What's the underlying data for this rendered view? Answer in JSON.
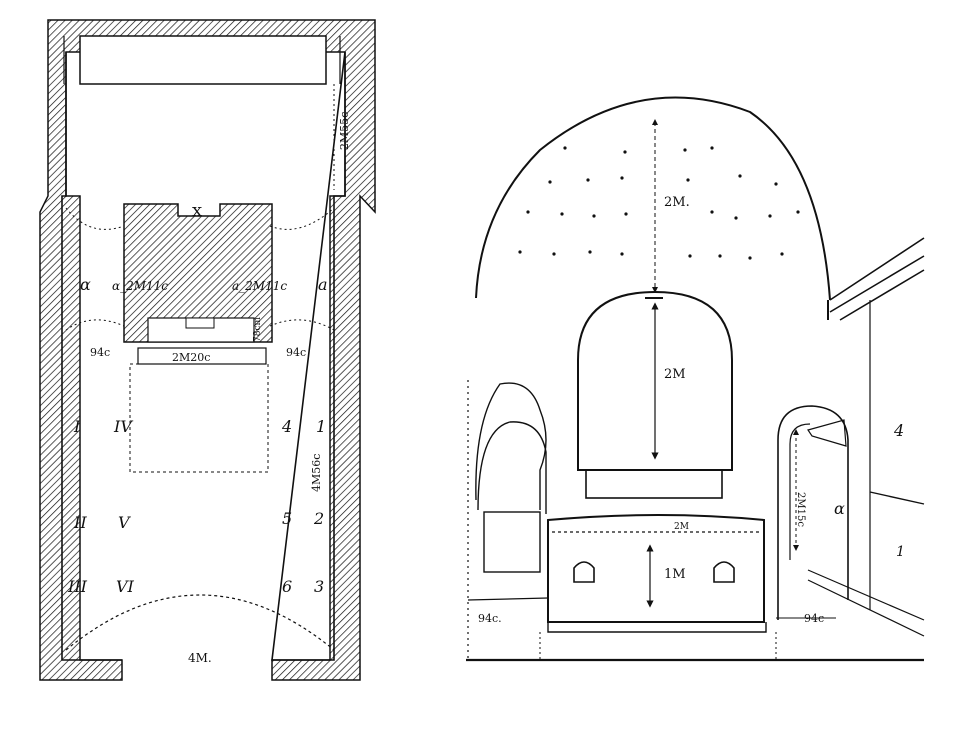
{
  "plan": {
    "niche_mark": "x",
    "alpha": "α",
    "a": "a",
    "label_alpha_depth": "α_2M11c",
    "label_a_depth": "a_2M11c",
    "label_2m55": "2M55c",
    "label_94_left": "94c",
    "label_94_right": "94c",
    "label_78": "78cm",
    "label_2m20": "2M20c",
    "numerals_left": [
      "I",
      "II",
      "III"
    ],
    "numerals_center": [
      "IV",
      "V",
      "VI"
    ],
    "numbers_inner": [
      "4",
      "5",
      "6"
    ],
    "numbers_outer": [
      "1",
      "2",
      "3"
    ],
    "label_4m56": "4M56c",
    "label_4m": "4M."
  },
  "elevation": {
    "label_vault": "2M.",
    "label_niche": "2M",
    "label_bench": "1M",
    "label_bench_top": "2M",
    "label_side_niche": "2M15c",
    "label_alpha": "α",
    "label_4": "4",
    "label_1": "1",
    "label_94_left": "94c.",
    "label_94_right": "94c"
  },
  "colors": {
    "ink": "#111111",
    "paper": "#ffffff"
  }
}
